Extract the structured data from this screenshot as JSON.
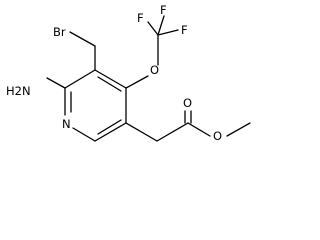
{
  "molecule": {
    "atoms": {
      "bromine": "Br",
      "amino": "H2N",
      "fluorine_1": "F",
      "fluorine_2": "F",
      "fluorine_3": "F",
      "ether_oxygen": "O",
      "ring_nitrogen": "N",
      "carbonyl_oxygen": "O",
      "ester_oxygen": "O"
    }
  }
}
